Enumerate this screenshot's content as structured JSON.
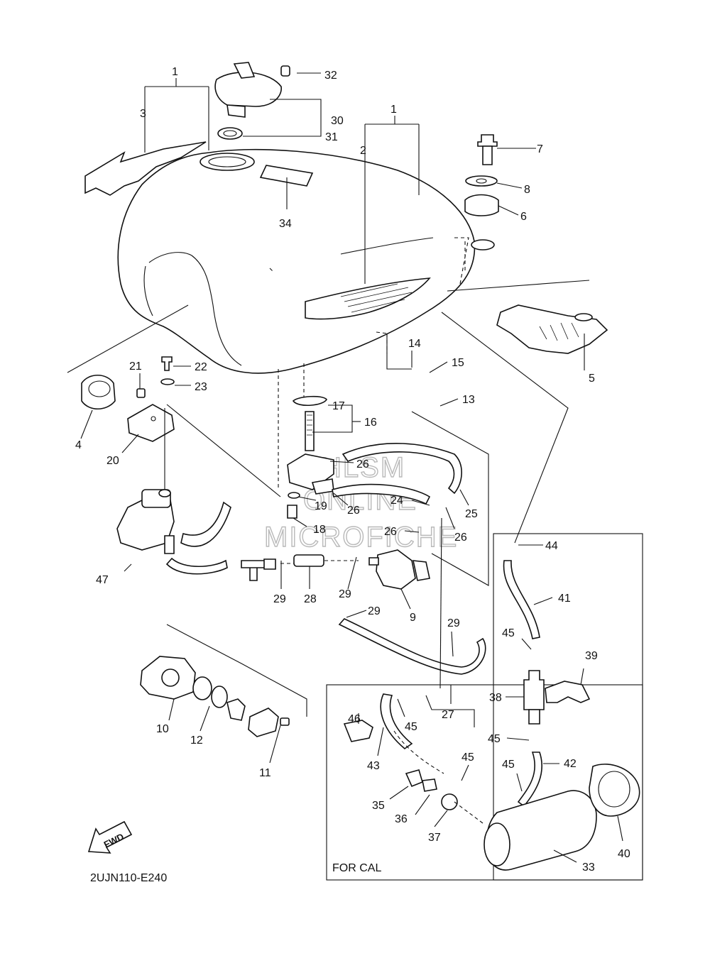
{
  "diagram": {
    "code": "2UJN110-E240",
    "region_label": "FOR CAL",
    "fwd_label": "FWD",
    "watermark": [
      "HLSM",
      "ONLINE",
      "MICROFICHE"
    ]
  },
  "callouts": [
    {
      "id": "c1a",
      "text": "1"
    },
    {
      "id": "c1b",
      "text": "1"
    },
    {
      "id": "c2",
      "text": "2"
    },
    {
      "id": "c3",
      "text": "3"
    },
    {
      "id": "c4",
      "text": "4"
    },
    {
      "id": "c5",
      "text": "5"
    },
    {
      "id": "c6",
      "text": "6"
    },
    {
      "id": "c7",
      "text": "7"
    },
    {
      "id": "c8",
      "text": "8"
    },
    {
      "id": "c9",
      "text": "9"
    },
    {
      "id": "c10",
      "text": "10"
    },
    {
      "id": "c11",
      "text": "11"
    },
    {
      "id": "c12",
      "text": "12"
    },
    {
      "id": "c13",
      "text": "13"
    },
    {
      "id": "c14",
      "text": "14"
    },
    {
      "id": "c15",
      "text": "15"
    },
    {
      "id": "c16",
      "text": "16"
    },
    {
      "id": "c17",
      "text": "17"
    },
    {
      "id": "c18",
      "text": "18"
    },
    {
      "id": "c19",
      "text": "19"
    },
    {
      "id": "c20",
      "text": "20"
    },
    {
      "id": "c21",
      "text": "21"
    },
    {
      "id": "c22",
      "text": "22"
    },
    {
      "id": "c23",
      "text": "23"
    },
    {
      "id": "c24",
      "text": "24"
    },
    {
      "id": "c25",
      "text": "25"
    },
    {
      "id": "c26a",
      "text": "26"
    },
    {
      "id": "c26b",
      "text": "26"
    },
    {
      "id": "c26c",
      "text": "26"
    },
    {
      "id": "c26d",
      "text": "26"
    },
    {
      "id": "c27",
      "text": "27"
    },
    {
      "id": "c28",
      "text": "28"
    },
    {
      "id": "c29a",
      "text": "29"
    },
    {
      "id": "c29b",
      "text": "29"
    },
    {
      "id": "c29c",
      "text": "29"
    },
    {
      "id": "c29d",
      "text": "29"
    },
    {
      "id": "c30",
      "text": "30"
    },
    {
      "id": "c31",
      "text": "31"
    },
    {
      "id": "c32",
      "text": "32"
    },
    {
      "id": "c33",
      "text": "33"
    },
    {
      "id": "c34",
      "text": "34"
    },
    {
      "id": "c35",
      "text": "35"
    },
    {
      "id": "c36",
      "text": "36"
    },
    {
      "id": "c37",
      "text": "37"
    },
    {
      "id": "c38",
      "text": "38"
    },
    {
      "id": "c39",
      "text": "39"
    },
    {
      "id": "c40",
      "text": "40"
    },
    {
      "id": "c41",
      "text": "41"
    },
    {
      "id": "c42",
      "text": "42"
    },
    {
      "id": "c43",
      "text": "43"
    },
    {
      "id": "c44",
      "text": "44"
    },
    {
      "id": "c45a",
      "text": "45"
    },
    {
      "id": "c45b",
      "text": "45"
    },
    {
      "id": "c45c",
      "text": "45"
    },
    {
      "id": "c45d",
      "text": "45"
    },
    {
      "id": "c45e",
      "text": "45"
    },
    {
      "id": "c46",
      "text": "46"
    },
    {
      "id": "c47",
      "text": "47"
    }
  ]
}
